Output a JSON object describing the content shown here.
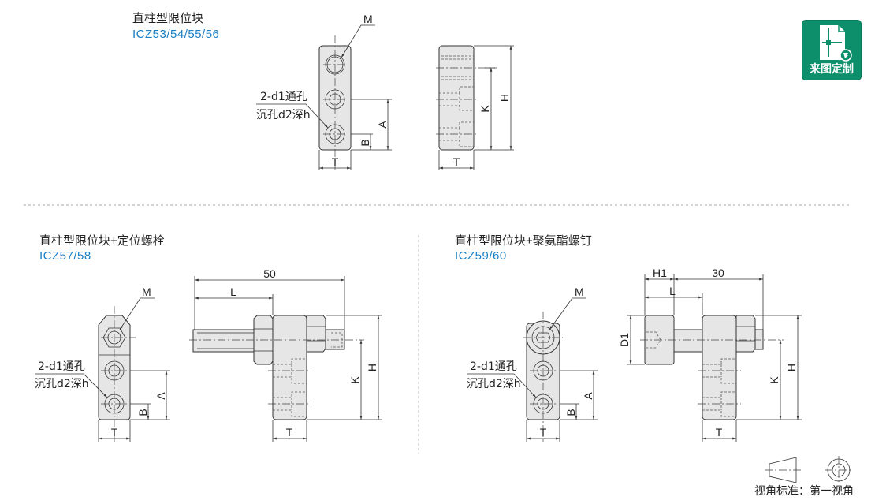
{
  "section1": {
    "title": "直柱型限位块",
    "code": "ICZ53/54/55/56"
  },
  "section2": {
    "title": "直柱型限位块+定位螺栓",
    "code": "ICZ57/58",
    "dim_total": "50"
  },
  "section3": {
    "title": "直柱型限位块+聚氨酯螺钉",
    "code": "ICZ59/60",
    "dim_total": "30",
    "dim_h1": "H1",
    "dim_d1": "D1"
  },
  "labels": {
    "M": "M",
    "A": "A",
    "B": "B",
    "T": "T",
    "H": "H",
    "K": "K",
    "L": "L",
    "hole_line1": "2-d1通孔",
    "hole_line2": "沉孔d2深h"
  },
  "logo": {
    "text": "来图定制",
    "icon": "custom-drawing-icon",
    "color": "#0d8f6b"
  },
  "view_standard": {
    "text": "视角标准：第一视角"
  },
  "colors": {
    "code_blue": "#1a7fc4"
  }
}
